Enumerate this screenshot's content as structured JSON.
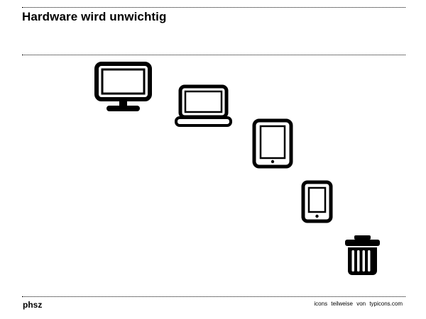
{
  "slide": {
    "title": "Hardware wird unwichtig"
  },
  "footer": {
    "logo": "phsz",
    "credit": "icons teilweise von typicons.com"
  },
  "icons": [
    {
      "name": "desktop-monitor-icon"
    },
    {
      "name": "laptop-icon"
    },
    {
      "name": "tablet-icon"
    },
    {
      "name": "smartphone-icon"
    },
    {
      "name": "trash-can-icon"
    }
  ],
  "colors": {
    "background": "#ffffff",
    "foreground": "#000000"
  }
}
